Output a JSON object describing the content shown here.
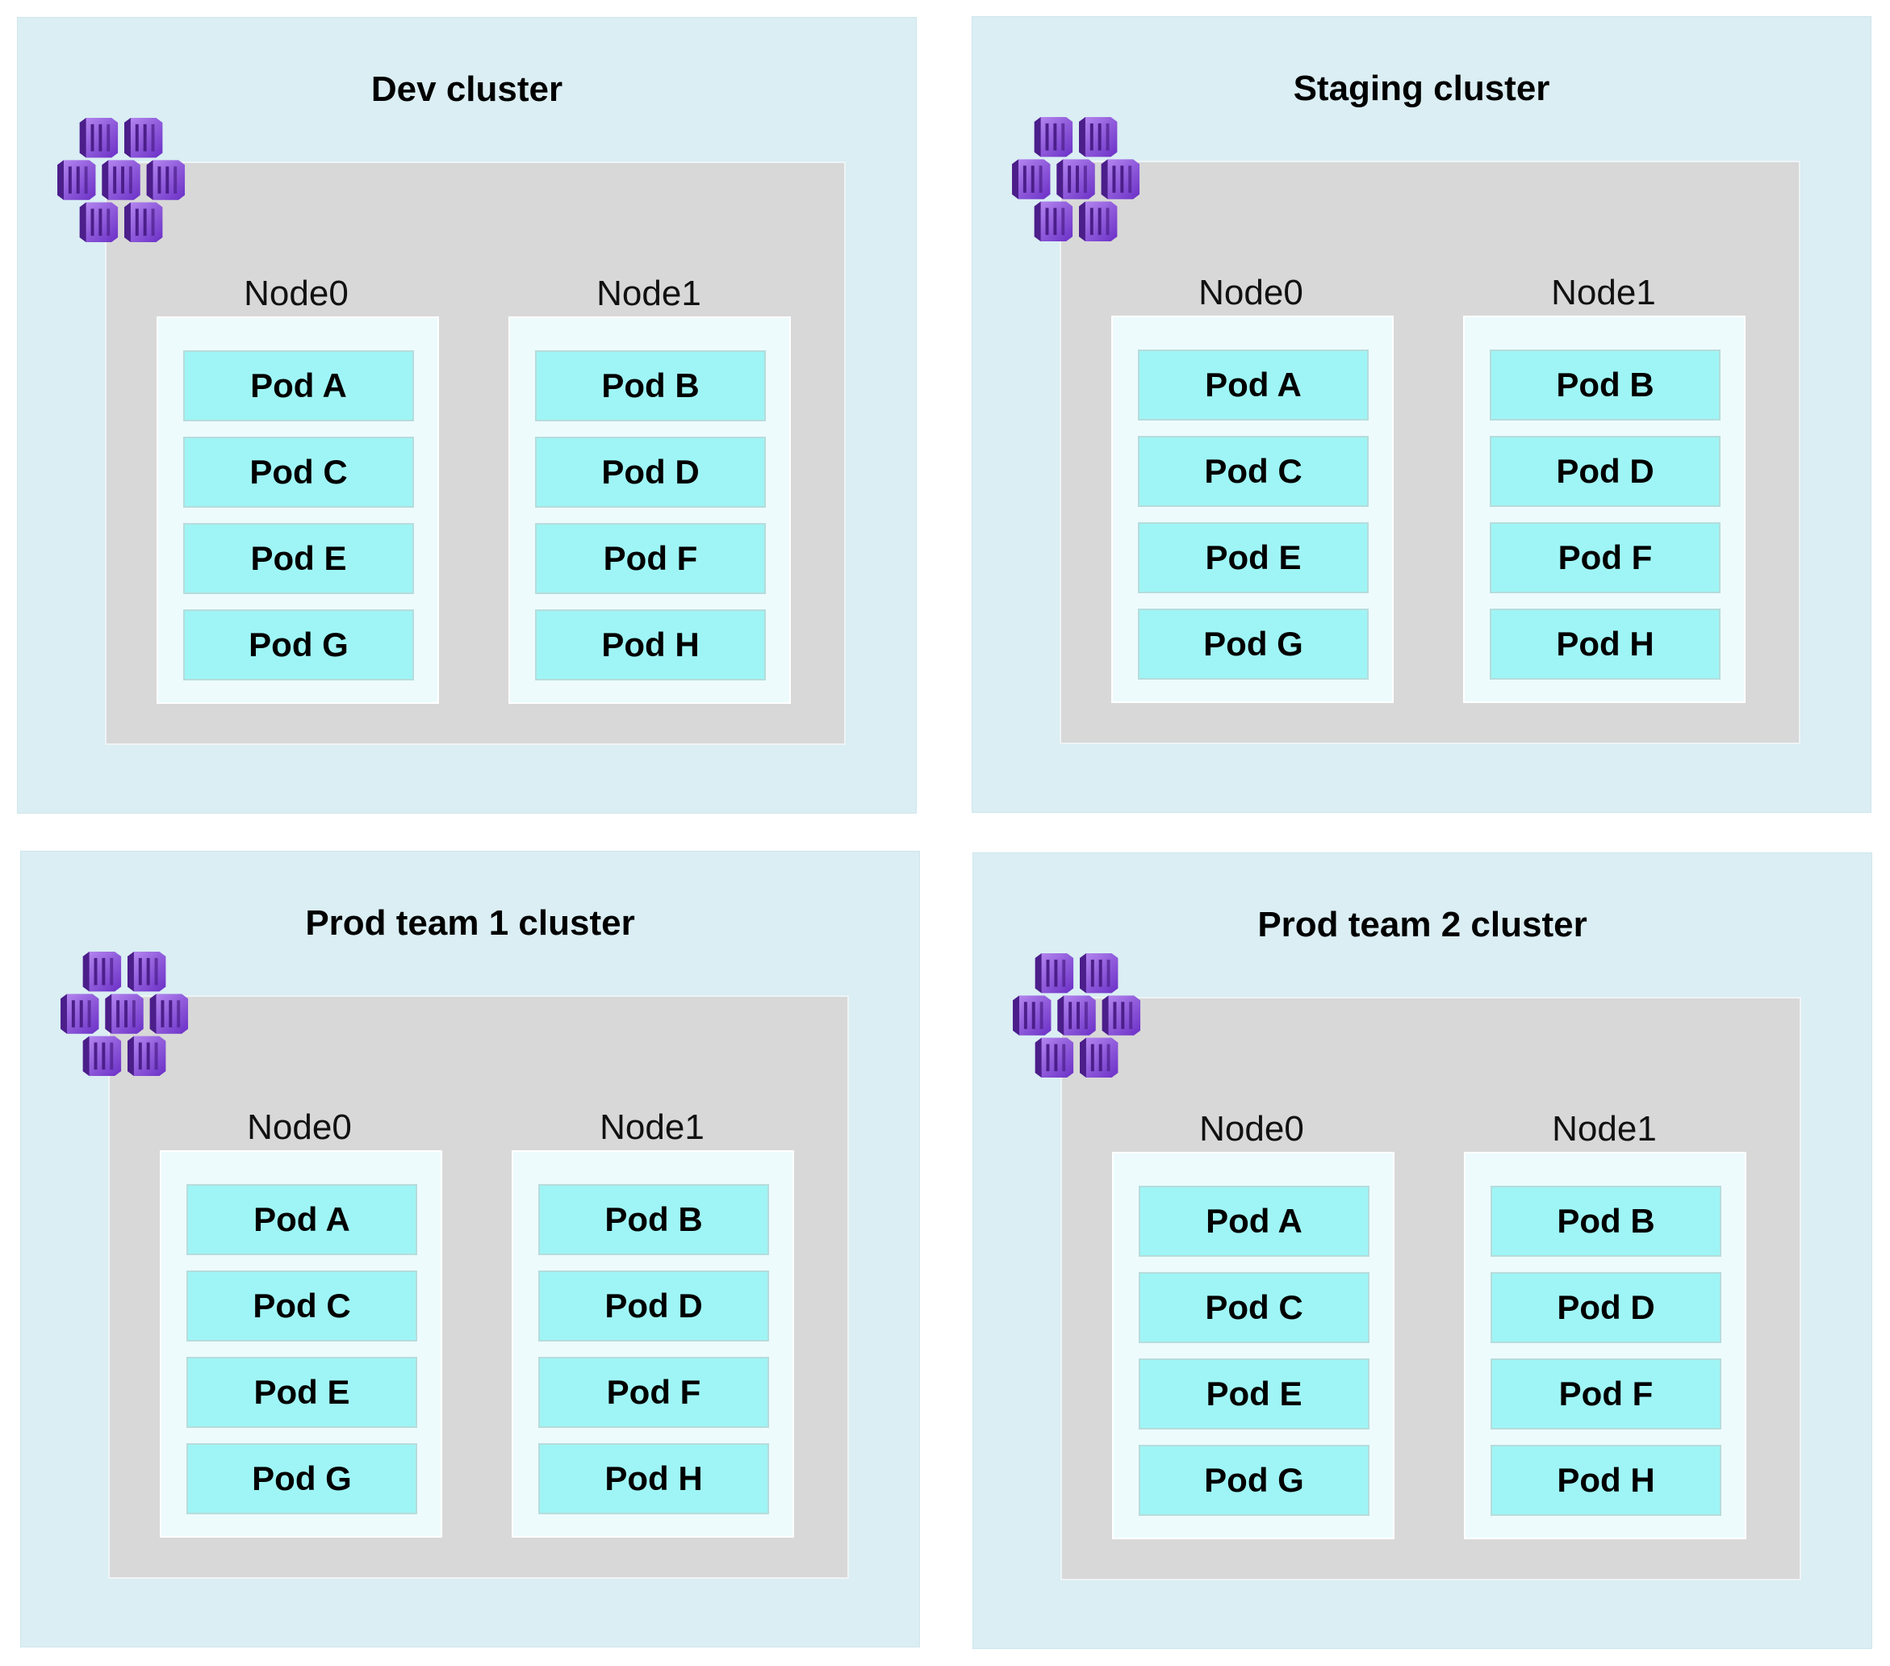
{
  "clusters": [
    {
      "title": "Dev cluster",
      "nodes": [
        {
          "label": "Node0",
          "pods": [
            "Pod A",
            "Pod C",
            "Pod E",
            "Pod G"
          ]
        },
        {
          "label": "Node1",
          "pods": [
            "Pod B",
            "Pod D",
            "Pod F",
            "Pod H"
          ]
        }
      ]
    },
    {
      "title": "Staging cluster",
      "nodes": [
        {
          "label": "Node0",
          "pods": [
            "Pod A",
            "Pod C",
            "Pod E",
            "Pod G"
          ]
        },
        {
          "label": "Node1",
          "pods": [
            "Pod B",
            "Pod D",
            "Pod F",
            "Pod H"
          ]
        }
      ]
    },
    {
      "title": "Prod team 1 cluster",
      "nodes": [
        {
          "label": "Node0",
          "pods": [
            "Pod A",
            "Pod C",
            "Pod E",
            "Pod G"
          ]
        },
        {
          "label": "Node1",
          "pods": [
            "Pod B",
            "Pod D",
            "Pod F",
            "Pod H"
          ]
        }
      ]
    },
    {
      "title": "Prod team 2 cluster",
      "nodes": [
        {
          "label": "Node0",
          "pods": [
            "Pod A",
            "Pod C",
            "Pod E",
            "Pod G"
          ]
        },
        {
          "label": "Node1",
          "pods": [
            "Pod B",
            "Pod D",
            "Pod F",
            "Pod H"
          ]
        }
      ]
    }
  ],
  "icon": "kubernetes-service-icon",
  "colors": {
    "cluster_bg": "#daeef3",
    "node_area_bg": "#d8d8d8",
    "node_bg": "#edfbfd",
    "pod_bg": "#9ff5f5",
    "icon_purple": "#8a4fd8",
    "icon_dark": "#4b1e8a"
  }
}
